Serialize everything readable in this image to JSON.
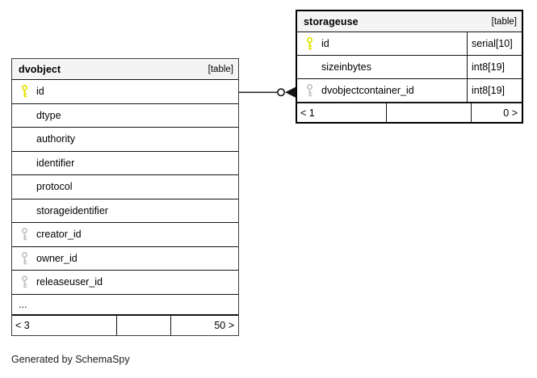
{
  "page": {
    "footer_note": "Generated by SchemaSpy"
  },
  "colors": {
    "primary_key_icon": "#e3e300",
    "foreign_key_icon": "#c3c3c3",
    "header_background": "#f4f4f4",
    "border": "#000000",
    "row_background": "#ffffff"
  },
  "icons": {
    "primary_key": "key-icon",
    "foreign_key": "key-icon",
    "relationship_end": "open-circle-with-solid-arrowhead"
  },
  "tables": {
    "dvobject": {
      "title": "dvobject",
      "badge": "[table]",
      "rows": [
        {
          "name": "id",
          "key": "primary"
        },
        {
          "name": "dtype"
        },
        {
          "name": "authority"
        },
        {
          "name": "identifier"
        },
        {
          "name": "protocol"
        },
        {
          "name": "storageidentifier"
        },
        {
          "name": "creator_id",
          "key": "foreign"
        },
        {
          "name": "owner_id",
          "key": "foreign"
        },
        {
          "name": "releaseuser_id",
          "key": "foreign"
        },
        {
          "name": "..."
        }
      ],
      "footer": {
        "left": "< 3",
        "middle": "",
        "right": "50 >"
      }
    },
    "storageuse": {
      "title": "storageuse",
      "badge": "[table]",
      "rows": [
        {
          "name": "id",
          "key": "primary",
          "type": "serial[10]"
        },
        {
          "name": "sizeinbytes",
          "type": "int8[19]"
        },
        {
          "name": "dvobjectcontainer_id",
          "key": "foreign",
          "type": "int8[19]"
        }
      ],
      "footer": {
        "left": "< 1",
        "middle": "",
        "right": "0 >"
      }
    }
  },
  "relationship": {
    "from_table": "dvobject",
    "from_column": "id",
    "to_table": "storageuse",
    "to_column": "dvobjectcontainer_id"
  }
}
